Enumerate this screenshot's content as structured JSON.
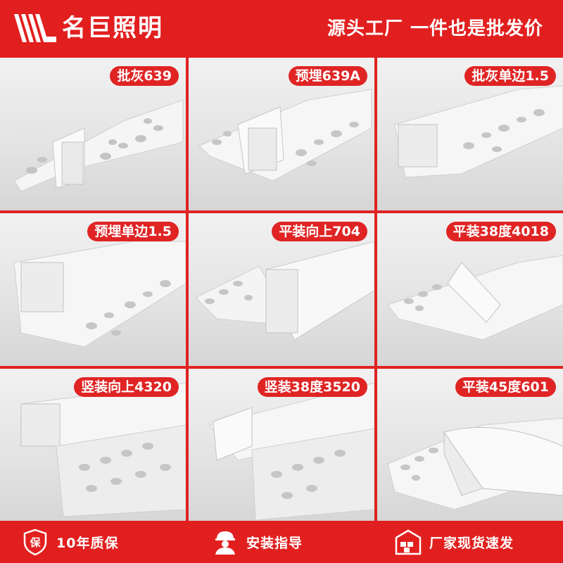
{
  "header": {
    "brand": "名巨照明",
    "slogan": "源头工厂  一件也是批发价"
  },
  "products": [
    {
      "label": "批灰639"
    },
    {
      "label": "预埋639A"
    },
    {
      "label": "批灰单边1.5"
    },
    {
      "label": "预埋单边1.5"
    },
    {
      "label": "平装向上704"
    },
    {
      "label": "平装38度4018"
    },
    {
      "label": "竖装向上4320"
    },
    {
      "label": "竖装38度3520"
    },
    {
      "label": "平装45度601"
    }
  ],
  "footer": {
    "features": [
      {
        "icon": "shield-icon",
        "label": "10年质保",
        "badge": "保"
      },
      {
        "icon": "worker-icon",
        "label": "安装指导"
      },
      {
        "icon": "warehouse-icon",
        "label": "厂家现货速发"
      }
    ]
  },
  "colors": {
    "brand_red": "#e02222",
    "background": "#e6e6e6"
  }
}
